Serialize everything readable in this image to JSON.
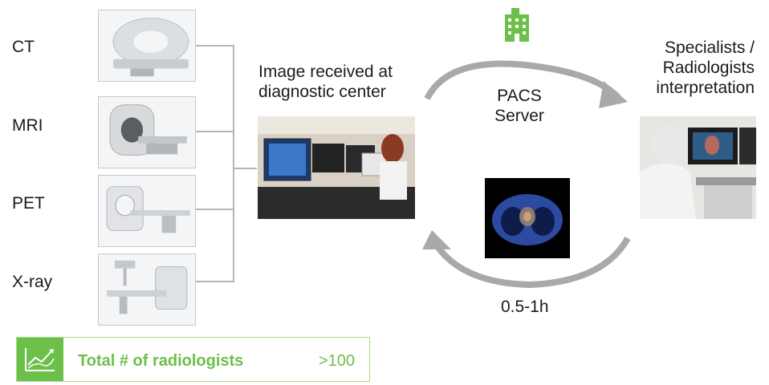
{
  "modalities": [
    {
      "label": "CT",
      "icon": "ct-scanner-icon"
    },
    {
      "label": "MRI",
      "icon": "mri-scanner-icon"
    },
    {
      "label": "PET",
      "icon": "pet-scanner-icon"
    },
    {
      "label": "X-ray",
      "icon": "xray-machine-icon"
    }
  ],
  "diagnostic_center": {
    "caption": [
      "Image received at",
      "diagnostic center"
    ]
  },
  "pacs": {
    "label": [
      "PACS",
      "Server"
    ],
    "icon": "building-icon"
  },
  "specialists": {
    "caption": [
      "Specialists /",
      "Radiologists",
      "interpretation"
    ]
  },
  "turnaround": {
    "label": "0.5-1h"
  },
  "kpi": {
    "label": "Total # of radiologists",
    "value": ">100",
    "icon": "trend-chart-icon"
  },
  "colors": {
    "accent_green": "#6cc04a",
    "arrow_gray": "#a9a9a9",
    "connector_gray": "#b5b5b5"
  }
}
